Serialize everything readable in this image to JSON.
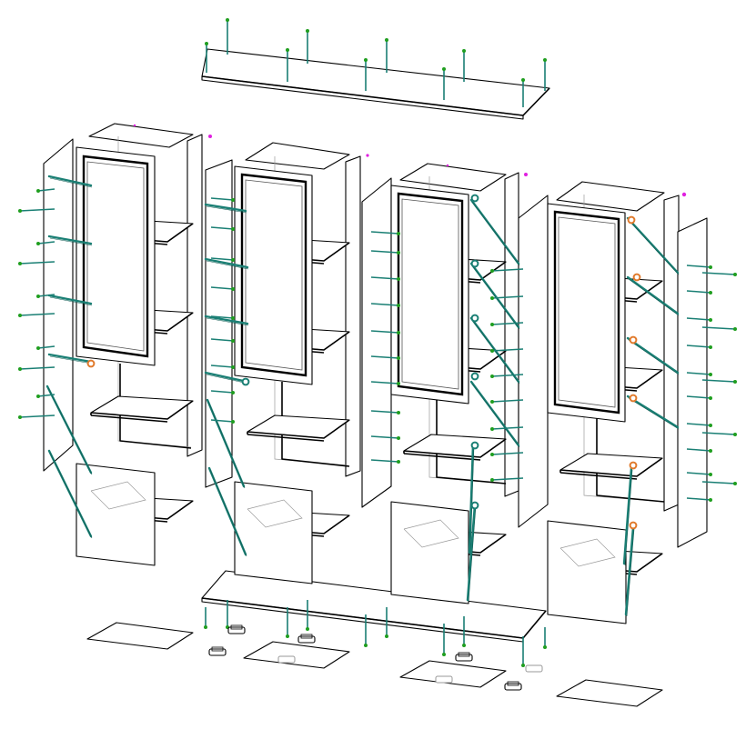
{
  "drawing": {
    "kind": "exploded-assembly",
    "background": "#ffffff",
    "colors": {
      "outline": "#000000",
      "hidden_line": "#9a9a9a",
      "dowel": "#2e8b57",
      "dowel_tip": "#1f9e1f",
      "assembly_guide": "#1a7f74",
      "hinge": "#e07a2c",
      "marker": "#e020e0"
    },
    "sections": [
      {
        "id": "cabinet-1",
        "has_glass_door": true,
        "has_lower_door": true,
        "shelves": 4
      },
      {
        "id": "cabinet-2",
        "has_glass_door": true,
        "has_lower_door": true,
        "shelves": 4
      },
      {
        "id": "cabinet-3",
        "has_glass_door": true,
        "has_lower_door": true,
        "shelves": 4
      },
      {
        "id": "cabinet-4",
        "has_glass_door": true,
        "has_lower_door": true,
        "shelves": 4
      }
    ],
    "parts": [
      "top-panel",
      "plinth-base",
      "side-panels",
      "shelves",
      "glass-doors",
      "lower-doors",
      "dowels",
      "hinges",
      "feet"
    ]
  }
}
